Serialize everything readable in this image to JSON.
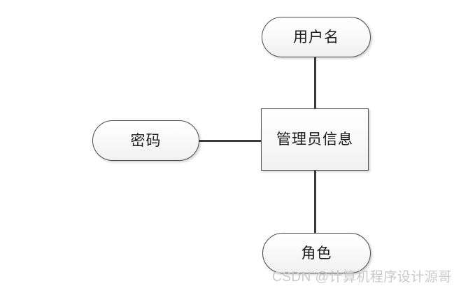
{
  "diagram": {
    "type": "er-attribute-diagram",
    "background_color": "#ffffff",
    "node_border_color": "#4a4a4a",
    "node_fill_color": "#f4f4f4",
    "edge_color": "#3a3a3a",
    "text_color": "#1b1b1b",
    "entity": {
      "label": "管理员信息",
      "shape": "rectangle"
    },
    "attributes": [
      {
        "label": "用户名",
        "shape": "ellipse",
        "position": "top"
      },
      {
        "label": "密码",
        "shape": "ellipse",
        "position": "left"
      },
      {
        "label": "角色",
        "shape": "ellipse",
        "position": "bottom"
      }
    ],
    "edges": [
      {
        "from": "用户名",
        "to": "管理员信息",
        "orientation": "vertical"
      },
      {
        "from": "密码",
        "to": "管理员信息",
        "orientation": "horizontal"
      },
      {
        "from": "管理员信息",
        "to": "角色",
        "orientation": "vertical"
      }
    ]
  },
  "watermark": {
    "text": "CSDN @计算机程序设计源哥",
    "color": "#c9c9c9"
  }
}
